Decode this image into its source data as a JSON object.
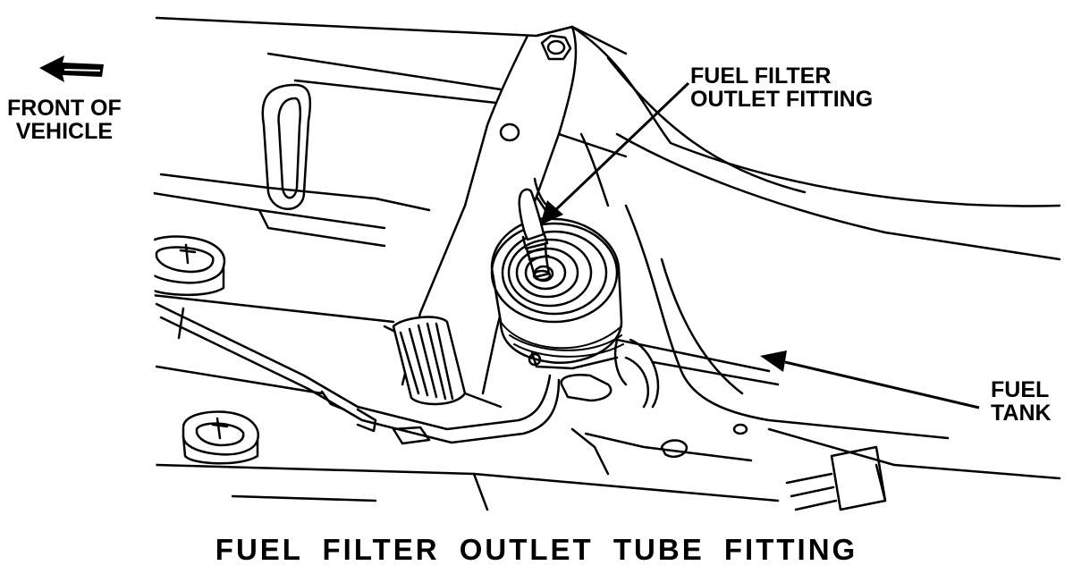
{
  "labels": {
    "front_line1": "FRONT OF",
    "front_line2": "VEHICLE",
    "fitting_line1": "FUEL FILTER",
    "fitting_line2": "OUTLET FITTING",
    "tank_line1": "FUEL",
    "tank_line2": "TANK"
  },
  "caption": "FUEL FILTER OUTLET TUBE FITTING",
  "colors": {
    "ink": "#000000",
    "paper": "#ffffff"
  }
}
